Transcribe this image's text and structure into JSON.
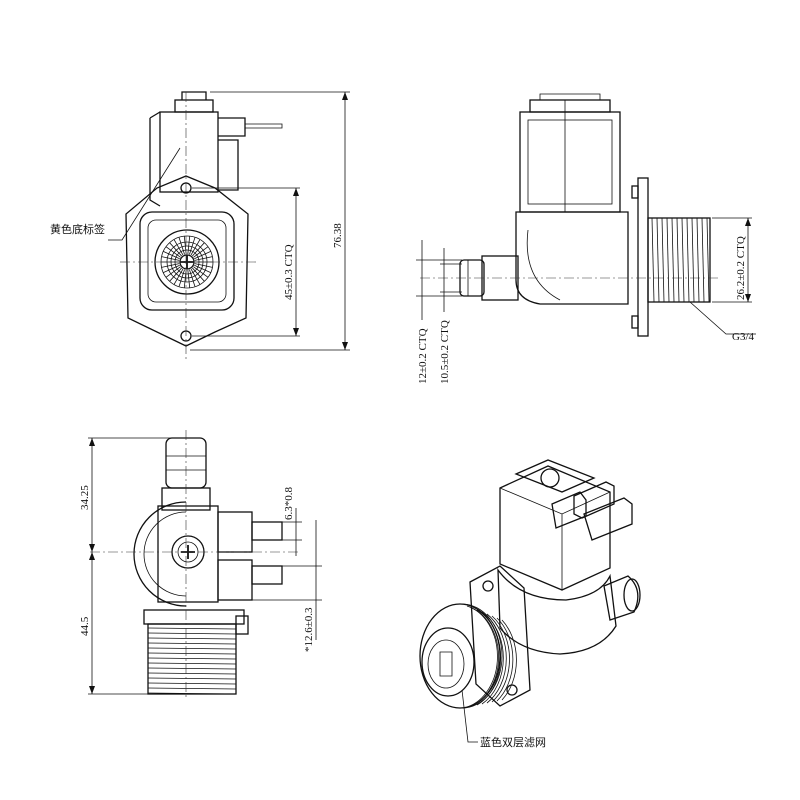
{
  "labels": {
    "yellow_bottom_label": "黄色底标签",
    "blue_double_filter": "蓝色双层滤网"
  },
  "dimensions": {
    "overall_height": "76.38",
    "bolt_spacing": "45±0.3 CTQ",
    "thread_diameter": "26.2±0.2 CTQ",
    "thread_spec": "G3/4",
    "outlet_outer": "12±0.2 CTQ",
    "outlet_inner": "10.5±0.2 CTQ",
    "upper_length": "34.25",
    "lower_length": "44.5",
    "terminal_width": "6.3*0.8",
    "filter_diameter": "*12.6±0.3"
  }
}
